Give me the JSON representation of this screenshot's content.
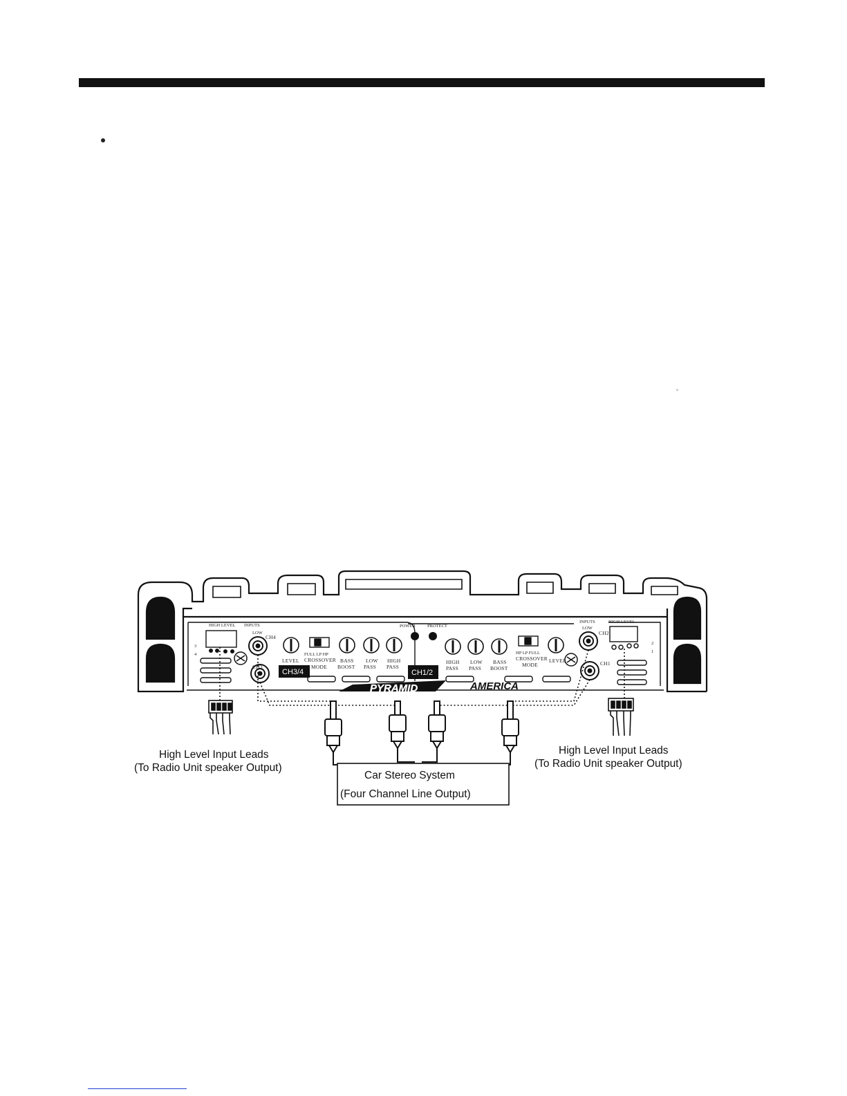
{
  "figure": {
    "amp": {
      "left_panel": {
        "high_level_label": "HIGH LEVEL",
        "inputs_label": "INPUTS",
        "low_label": "LOW",
        "ch4_label": "CH4",
        "ch3_label": "CH3",
        "terminal_3_label": "3",
        "terminal_4_label": "4",
        "level_label": "LEVEL",
        "crossover_positions_label": "FULL LP HP",
        "crossover_label": "CROSSOVER",
        "mode_label": "MODE",
        "bass_label": "BASS",
        "boost_label": "BOOST",
        "low_label_2": "LOW",
        "pass_label_1": "PASS",
        "high_label": "HIGH",
        "pass_label_2": "PASS",
        "ch34_badge": "CH3/4"
      },
      "center": {
        "power_label": "POWER",
        "protect_label": "PROTECT",
        "brand_left": "PYRAMID",
        "brand_right": "AMERICA",
        "ch12_badge": "CH1/2"
      },
      "right_panel": {
        "high_label": "HIGH",
        "pass_label_1": "PASS",
        "low_label": "LOW",
        "pass_label_2": "PASS",
        "bass_label": "BASS",
        "boost_label": "BOOST",
        "crossover_positions_label": "HP LP FULL",
        "crossover_label": "CROSSOVER",
        "mode_label": "MODE",
        "level_label": "LEVEL",
        "inputs_label": "INPUTS",
        "low_label_2": "LOW",
        "high_level_label": "HIGH LEVEL",
        "ch2_label": "CH2",
        "ch1_label": "CH1",
        "terminal_2_label": "2",
        "terminal_1_label": "1"
      }
    },
    "left_leads_caption_1": "High Level Input Leads",
    "left_leads_caption_2": "(To Radio Unit  speaker Output)",
    "right_leads_caption_1": "High Level Input Leads",
    "right_leads_caption_2": "(To Radio Unit  speaker Output)",
    "stereo_line_1": "Car Stereo System",
    "stereo_line_2": "(Four  Channel  Line  Output)"
  }
}
